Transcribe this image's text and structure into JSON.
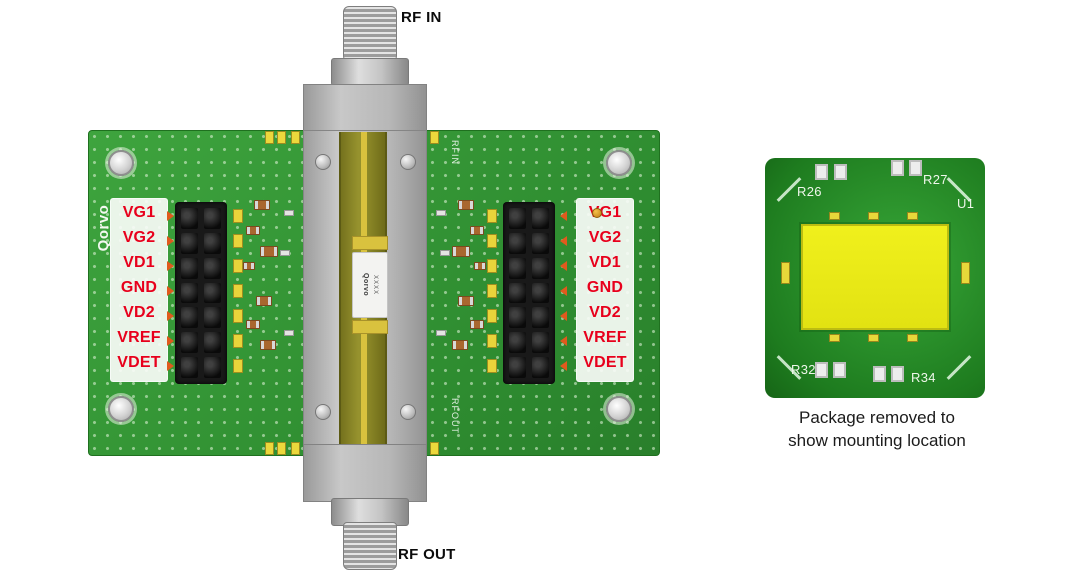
{
  "rf": {
    "in": "RF IN",
    "out": "RF OUT"
  },
  "board": {
    "logo": "Qorvo",
    "silk": {
      "rfin": "RFIN",
      "rfout": "RFOUT"
    },
    "left_pins": [
      "VG1",
      "VG2",
      "VD1",
      "GND",
      "VD2",
      "VREF",
      "VDET"
    ],
    "right_pins": [
      "VG1",
      "VG2",
      "VD1",
      "GND",
      "VD2",
      "VREF",
      "VDET"
    ],
    "chip": {
      "mark": "XXXX",
      "logo": "Qorvo"
    }
  },
  "inset": {
    "refs": {
      "top_left": "R26",
      "top_right": "R27",
      "u1": "U1",
      "bottom_left": "R32",
      "bottom_right": "R34"
    },
    "caption1": "Package removed to",
    "caption2": "show mounting location"
  },
  "colors": {
    "label_red": "#e8001c",
    "pcb_green": "#3aa23c",
    "pad_yellow": "#ecec15",
    "fixture_gray": "#b5b5b5",
    "caption_text": "#1b1b1b"
  }
}
